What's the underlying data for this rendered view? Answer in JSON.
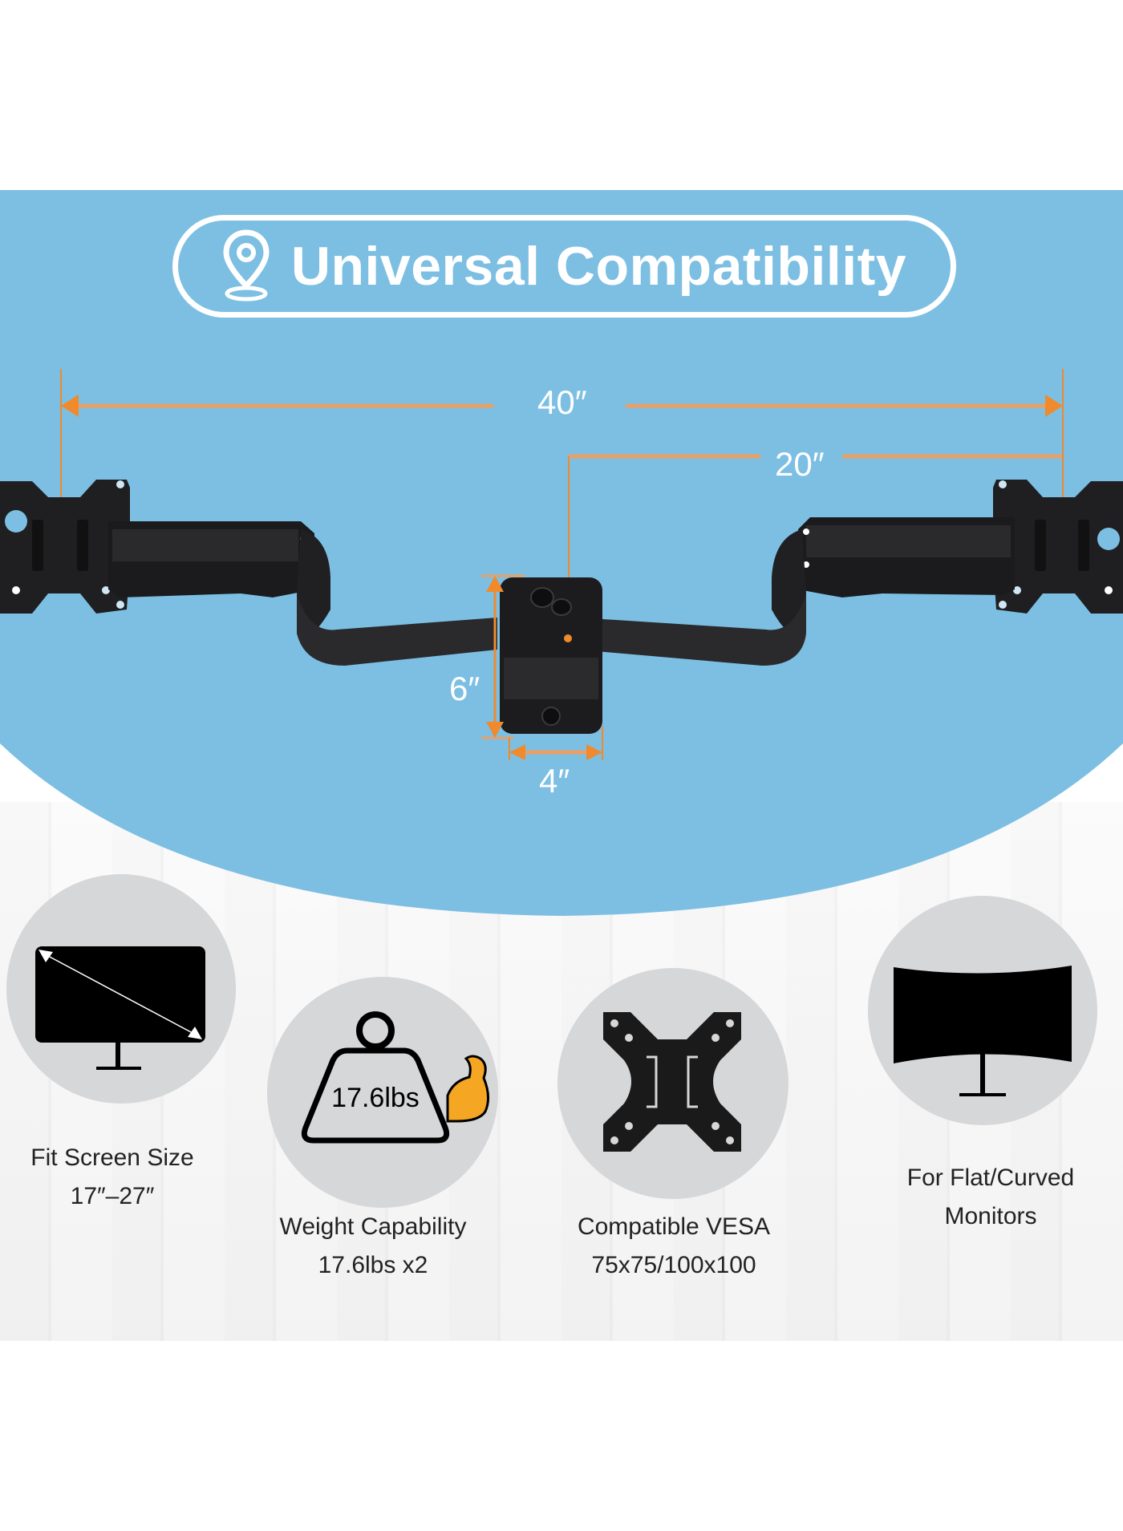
{
  "header": {
    "title": "Universal Compatibility",
    "icon": "location-pin-icon"
  },
  "dimensions": {
    "total_span": "40″",
    "arm_reach": "20″",
    "plate_height": "6″",
    "plate_width": "4″"
  },
  "colors": {
    "hero_blue": "#7cbfe3",
    "dimension_orange": "#f08a2c",
    "circle_gray": "#d6d7d9",
    "text_dark": "#222222",
    "white": "#ffffff",
    "muscle_orange": "#f5a623"
  },
  "features": [
    {
      "icon": "monitor-diagonal-size-icon",
      "line1": "Fit Screen Size",
      "line2": "17″–27″"
    },
    {
      "icon": "weight-muscle-icon",
      "badge": "17.6lbs",
      "line1": "Weight Capability",
      "line2": "17.6lbs x2"
    },
    {
      "icon": "vesa-plate-icon",
      "line1": "Compatible VESA",
      "line2": "75x75/100x100"
    },
    {
      "icon": "curved-monitor-icon",
      "line1": "For Flat/Curved",
      "line2": "Monitors"
    }
  ]
}
